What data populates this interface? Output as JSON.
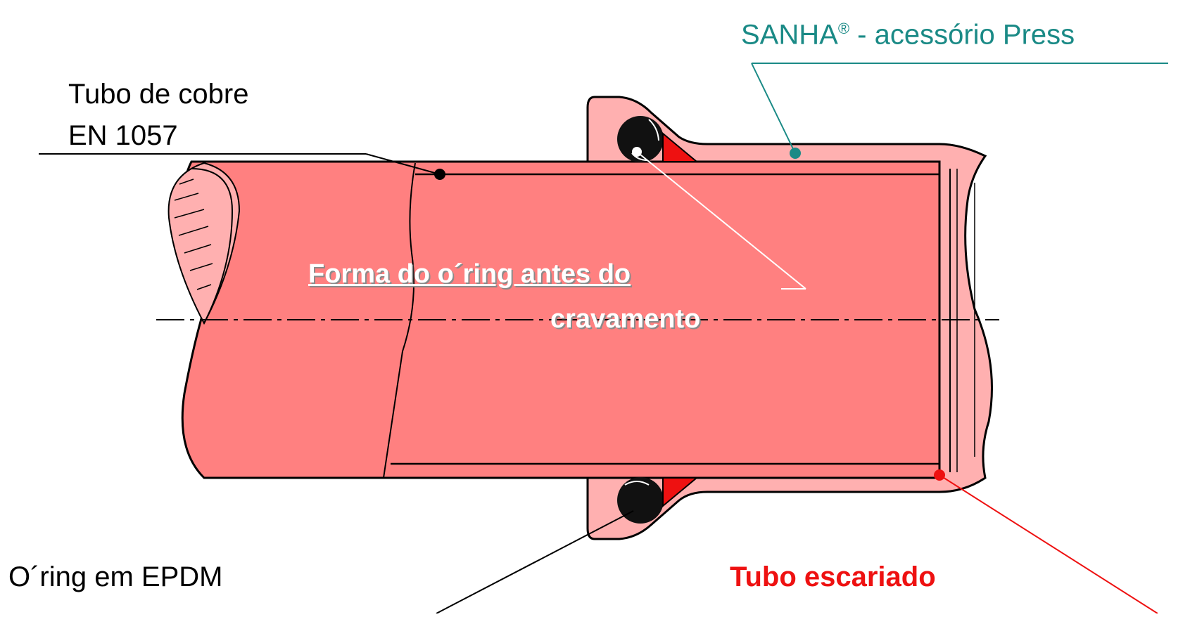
{
  "labels": {
    "fitting": "SANHA",
    "fitting_reg": "®",
    "fitting_suffix": " - acessório Press",
    "pipe_line1": "Tubo de cobre",
    "pipe_line2": "EN 1057",
    "oring_shape_line1": "Forma do o´ring antes do",
    "oring_shape_line2": "cravamento",
    "oring_material": "O´ring em EPDM",
    "reamed_pipe": "Tubo escariado"
  },
  "colors": {
    "pipe_fill": "#ff8080",
    "fitting_fill": "#ffb0b0",
    "oring": "#111111",
    "seal_wedge": "#ee1111",
    "teal": "#1a8a86",
    "red": "#ee1111",
    "outline": "#000000"
  }
}
